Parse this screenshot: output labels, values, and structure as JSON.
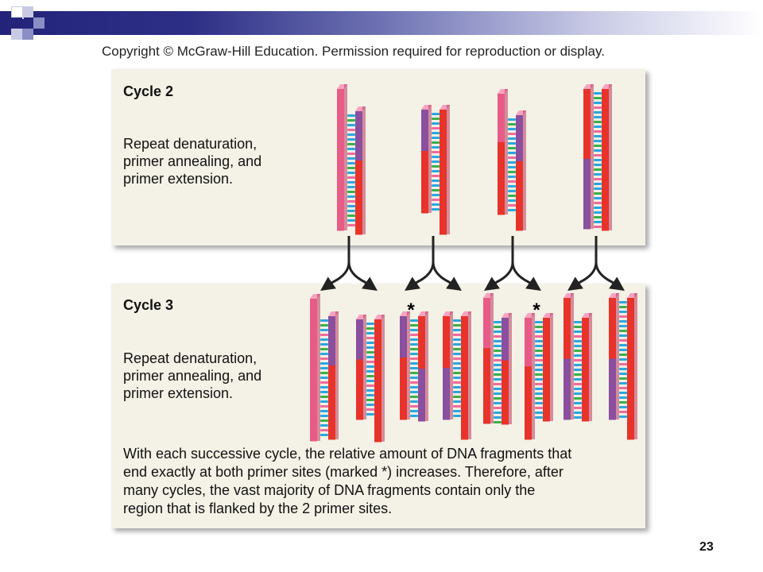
{
  "header": {
    "copyright": "Copyright © McGraw-Hill Education. Permission required for reproduction or display."
  },
  "cycle2": {
    "title": "Cycle 2",
    "description_lines": [
      "Repeat denaturation,",
      "primer annealing, and",
      "primer extension."
    ]
  },
  "cycle3": {
    "title": "Cycle 3",
    "description_lines": [
      "Repeat denaturation,",
      "primer annealing, and",
      "primer extension."
    ],
    "summary_lines": [
      "With each successive cycle, the relative amount of DNA fragments that",
      "end exactly at both primer sites (marked *) increases. Therefore, after",
      "many cycles, the vast majority of DNA fragments contain only the",
      "region that is flanked by the 2 primer sites."
    ]
  },
  "asterisk": "*",
  "slide_number": "23",
  "colors": {
    "panel": "#f4f1e6",
    "strand_pink": "#e85b86",
    "strand_red": "#e8332a",
    "strand_purple": "#8a4f9e",
    "base_blue": "#2aa6e0",
    "base_green": "#3dae4a",
    "base_pink": "#f06a9a",
    "arrow": "#222222"
  }
}
